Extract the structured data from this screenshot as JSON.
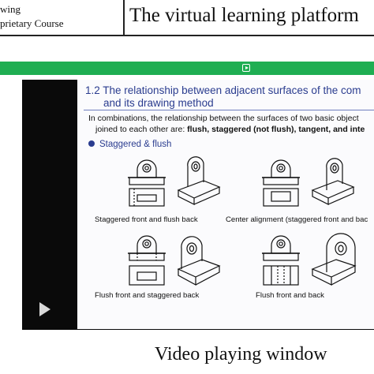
{
  "header": {
    "course_line1": "wing",
    "course_line2": "prietary Course",
    "platform_title": "The virtual learning platform"
  },
  "toolbar": {
    "play_icon": "play-icon"
  },
  "slide": {
    "title_line1": "1.2 The relationship between adjacent surfaces of the com",
    "title_line2": "and its drawing method",
    "body_line1": "In combinations, the relationship between the surfaces of two basic object",
    "body_line2_prefix": "joined to each other are: ",
    "body_line2_bold": "flush, staggered (not flush), tangent, and inte",
    "bullet": "Staggered & flush",
    "figures": [
      {
        "caption": "Staggered front and flush back"
      },
      {
        "caption": "Center alignment (staggered front and bac"
      },
      {
        "caption": "Flush front and staggered back"
      },
      {
        "caption": "Flush front and back"
      }
    ]
  },
  "player": {
    "side_icon": "play-icon"
  },
  "footer": {
    "caption": "Video playing window"
  },
  "colors": {
    "accent_green": "#1fae52",
    "slide_title": "#2a3c8f",
    "player_bg": "#0a0a0a"
  }
}
